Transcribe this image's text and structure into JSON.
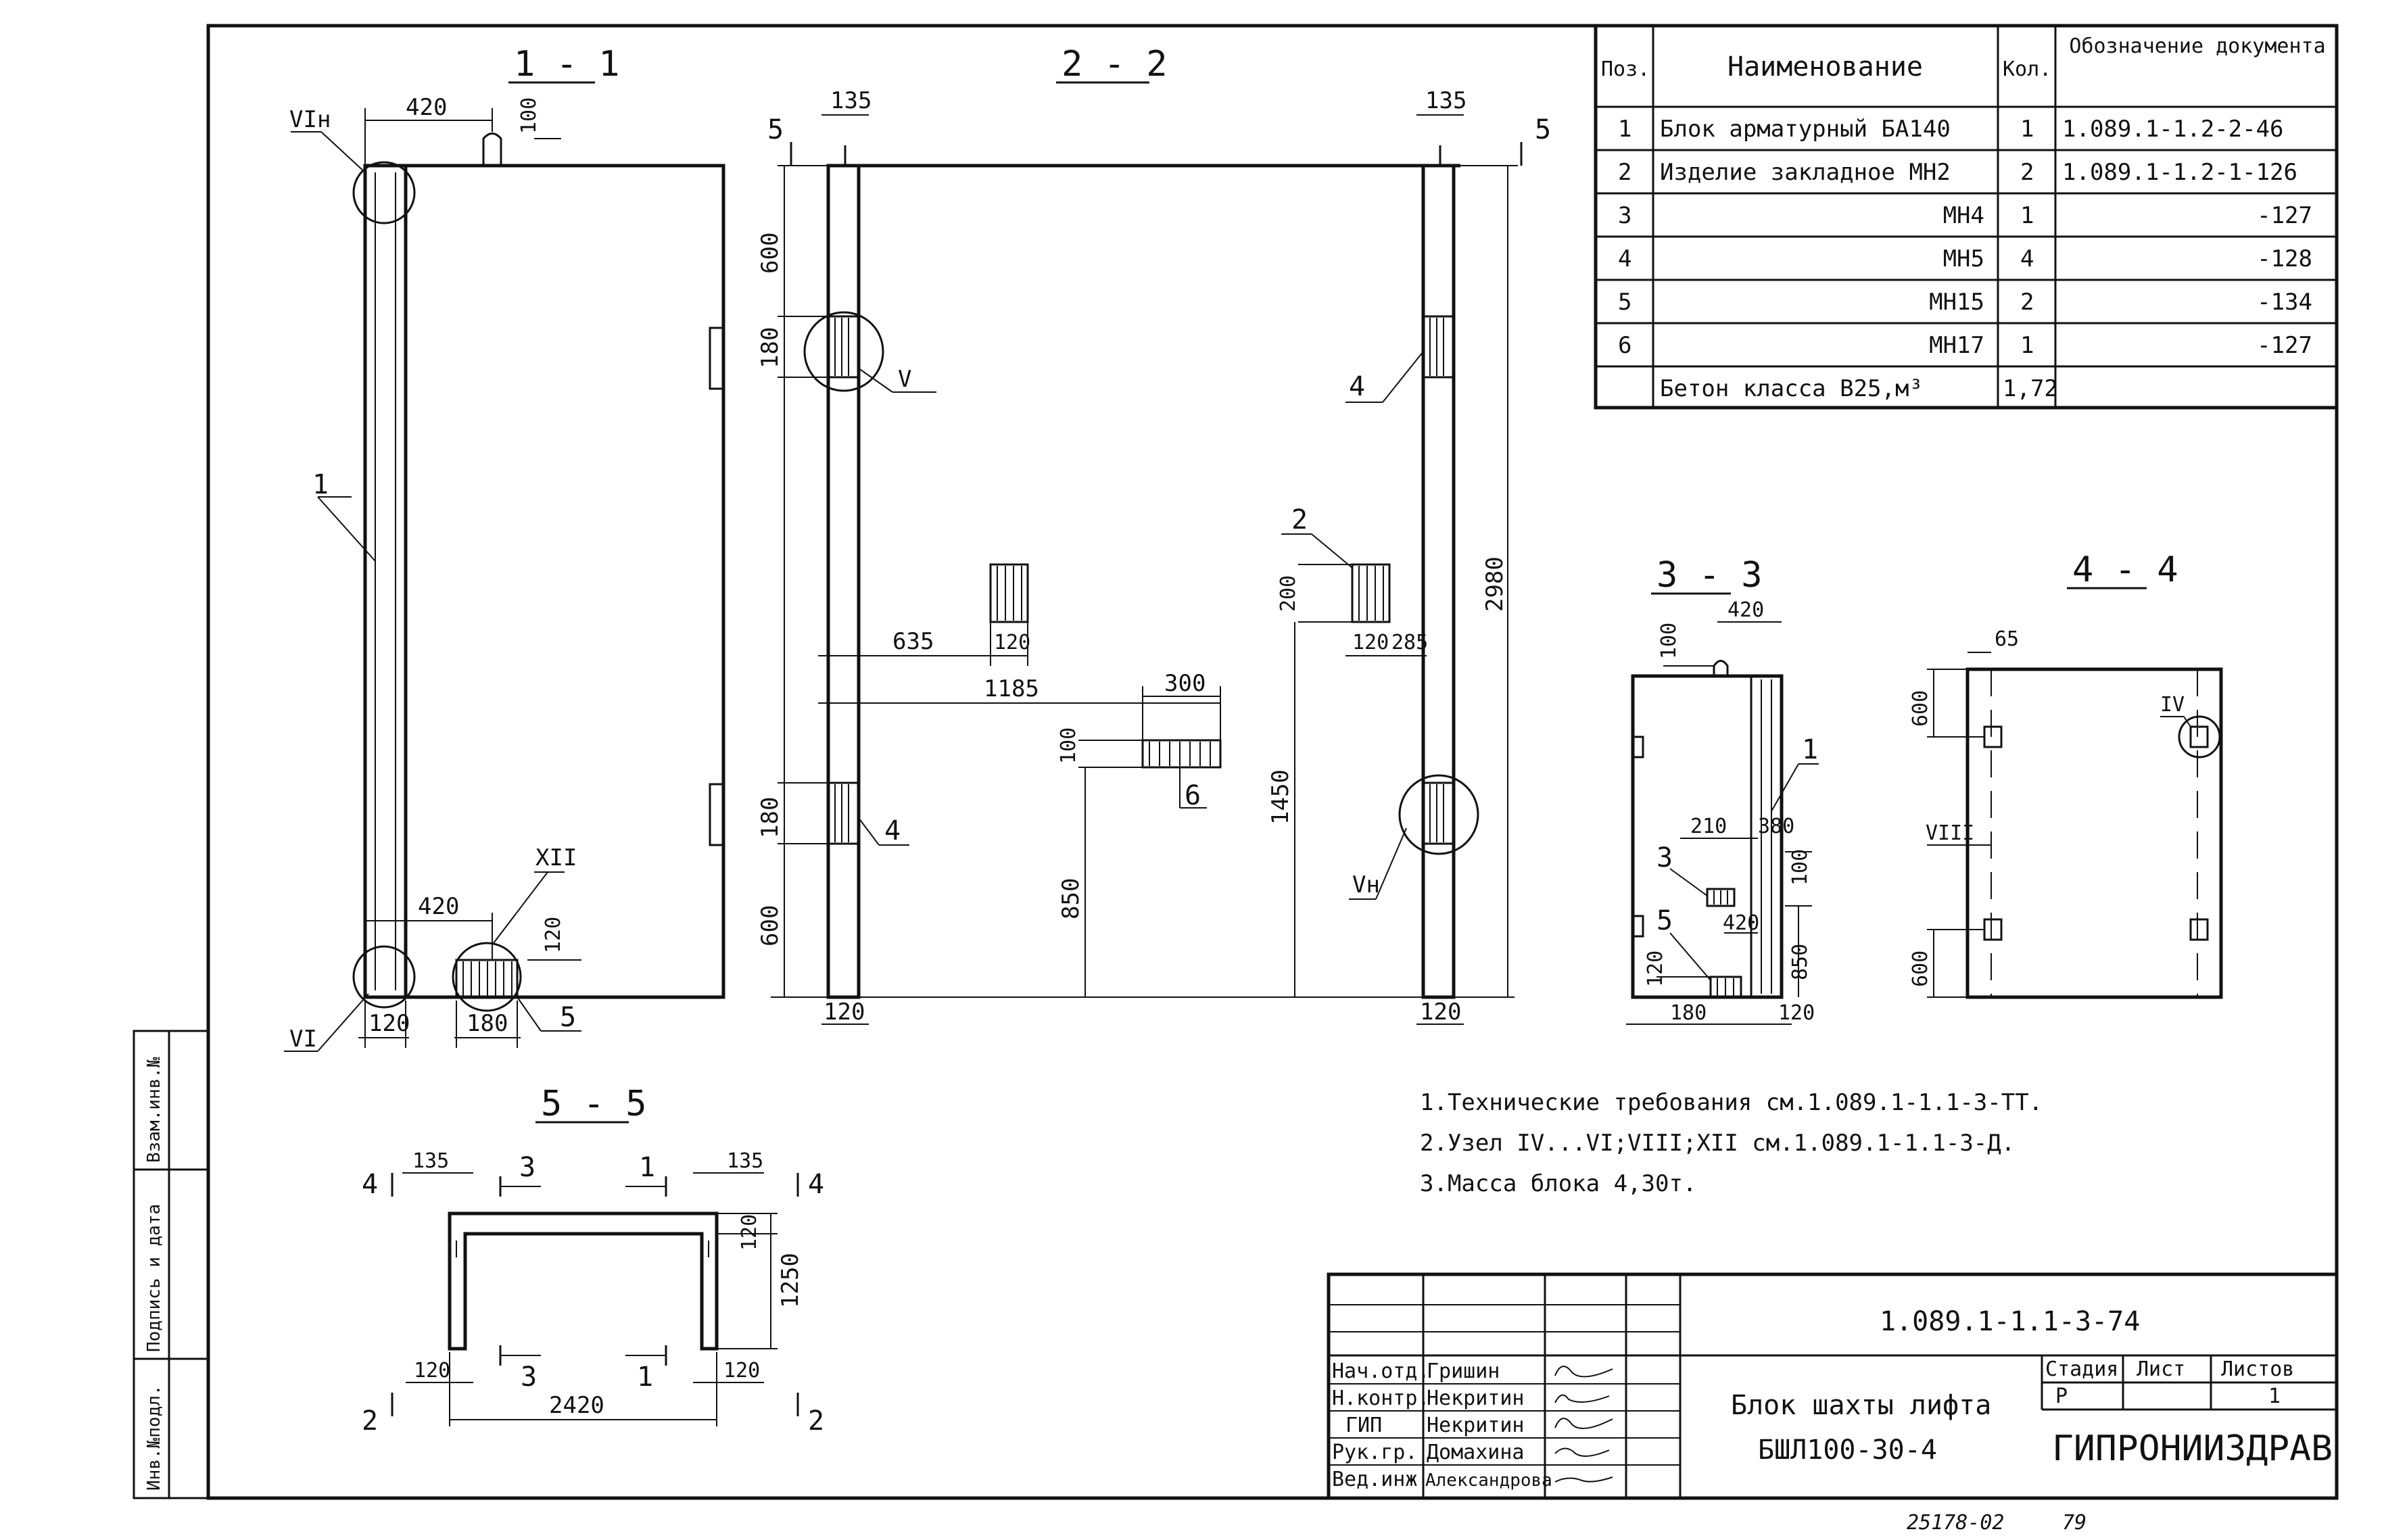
{
  "sections": {
    "s11": "1 - 1",
    "s22": "2 - 2",
    "s33": "3 - 3",
    "s44": "4 - 4",
    "s55": "5 - 5"
  },
  "dims": {
    "d420a": "420",
    "d100a": "100",
    "d420b": "420",
    "d120a": "120",
    "d120b": "120",
    "d180a": "180",
    "d135a": "135",
    "d135b": "135",
    "d600a": "600",
    "d180b": "180",
    "d635": "635",
    "d120c": "120",
    "d1185": "1185",
    "d300": "300",
    "d100b": "100",
    "d850a": "850",
    "d180c": "180",
    "d600b": "600",
    "d120d": "120",
    "d200": "200",
    "d120e": "120",
    "d285": "285",
    "d1450": "1450",
    "d2980": "2980",
    "d120f": "120",
    "d33_100": "100",
    "d33_420": "420",
    "d33_210": "210",
    "d33_380": "380",
    "d33_100b": "100",
    "d33_420b": "420",
    "d33_850": "850",
    "d33_120": "120",
    "d33_180": "180",
    "d33_120b": "120",
    "d44_65": "65",
    "d44_600a": "600",
    "d44_600b": "600",
    "d55_135a": "135",
    "d55_135b": "135",
    "d55_120": "120",
    "d55_1250": "1250",
    "d55_120a": "120",
    "d55_120b": "120",
    "d55_2420": "2420"
  },
  "marks": {
    "m1": "1",
    "m1b": "1",
    "m2": "2",
    "m3": "3",
    "m4a": "4",
    "m4b": "4",
    "m5a": "5",
    "m5b": "5",
    "m6": "6",
    "cut5a": "5",
    "cut5b": "5",
    "cut4a": "4",
    "cut4b": "4",
    "cut2a": "2",
    "cut2b": "2",
    "cut3a": "3",
    "cut3b": "3",
    "cut1a": "1",
    "cut1b": "1"
  },
  "nodes": {
    "vin": "VIн",
    "vi": "VI",
    "xii": "XII",
    "v": "V",
    "vn": "Vн",
    "iv": "IV",
    "viii": "VIII"
  },
  "spec": {
    "headers": [
      "Поз.",
      "Наименование",
      "Кол.",
      "Обозначение документа"
    ],
    "rows": [
      [
        "1",
        "Блок арматурный БА140",
        "1",
        "1.089.1-1.2-2-46"
      ],
      [
        "2",
        "Изделие закладное МН2",
        "2",
        "1.089.1-1.2-1-126"
      ],
      [
        "3",
        "МН4",
        "1",
        "-127"
      ],
      [
        "4",
        "МН5",
        "4",
        "-128"
      ],
      [
        "5",
        "МН15",
        "2",
        "-134"
      ],
      [
        "6",
        "МН17",
        "1",
        "-127"
      ],
      [
        "",
        "Бетон класса В25,м³",
        "1,72",
        ""
      ]
    ]
  },
  "notes": [
    "1.Технические требования см.1.089.1-1.1-3-ТТ.",
    "2.Узел IV...VI;VIII;XII см.1.089.1-1.1-3-Д.",
    "3.Масса блока 4,30т."
  ],
  "titleblock": {
    "doc_code": "1.089.1-1.1-3-74",
    "roles": [
      "Нач.отд.",
      "Н.контр.",
      "ГИП",
      "Рук.гр.",
      "Вед.инж"
    ],
    "names": [
      "Гришин",
      "Некритин",
      "Некритин",
      "Домахина",
      "Александрова"
    ],
    "title1": "Блок шахты лифта",
    "title2": "БШЛ100-30-4",
    "stage_label": "Стадия",
    "sheet_label": "Лист",
    "sheets_label": "Листов",
    "stage": "Р",
    "sheets": "1",
    "org": "ГИПРОНИИЗДРАВ"
  },
  "side_stamp": [
    "Инв.№подл.",
    "Подпись и дата",
    "Взам.инв.№"
  ],
  "footer": {
    "code": "25178-02",
    "page": "79"
  }
}
